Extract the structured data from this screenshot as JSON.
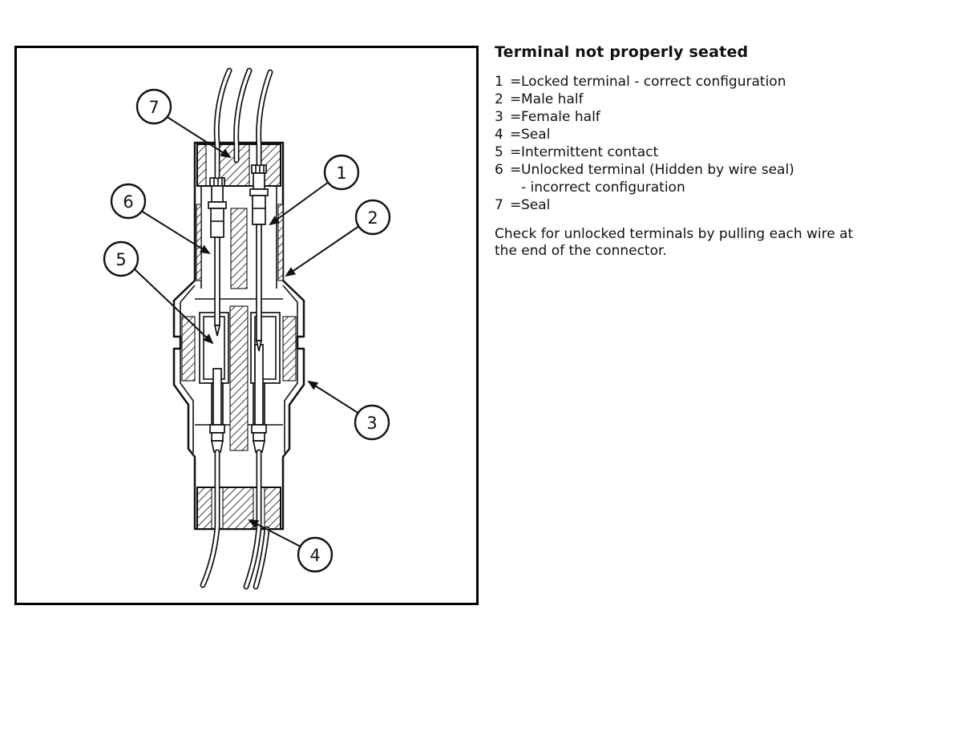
{
  "figure": {
    "callouts": [
      {
        "number": "7"
      },
      {
        "number": "1"
      },
      {
        "number": "2"
      },
      {
        "number": "6"
      },
      {
        "number": "5"
      },
      {
        "number": "3"
      },
      {
        "number": "4"
      }
    ]
  },
  "legend": {
    "title": "Terminal not properly seated",
    "eq": "=",
    "items": [
      {
        "num": "1",
        "label": "Locked terminal - correct configuration"
      },
      {
        "num": "2",
        "label": "Male half"
      },
      {
        "num": "3",
        "label": "Female half"
      },
      {
        "num": "4",
        "label": "Seal"
      },
      {
        "num": "5",
        "label": "Intermittent contact"
      },
      {
        "num": "6",
        "label": "Unlocked terminal (Hidden by wire seal)",
        "label2": "- incorrect configuration"
      },
      {
        "num": "7",
        "label": "Seal"
      }
    ],
    "note": "Check for unlocked terminals by pulling each wire at the end of the connector."
  }
}
